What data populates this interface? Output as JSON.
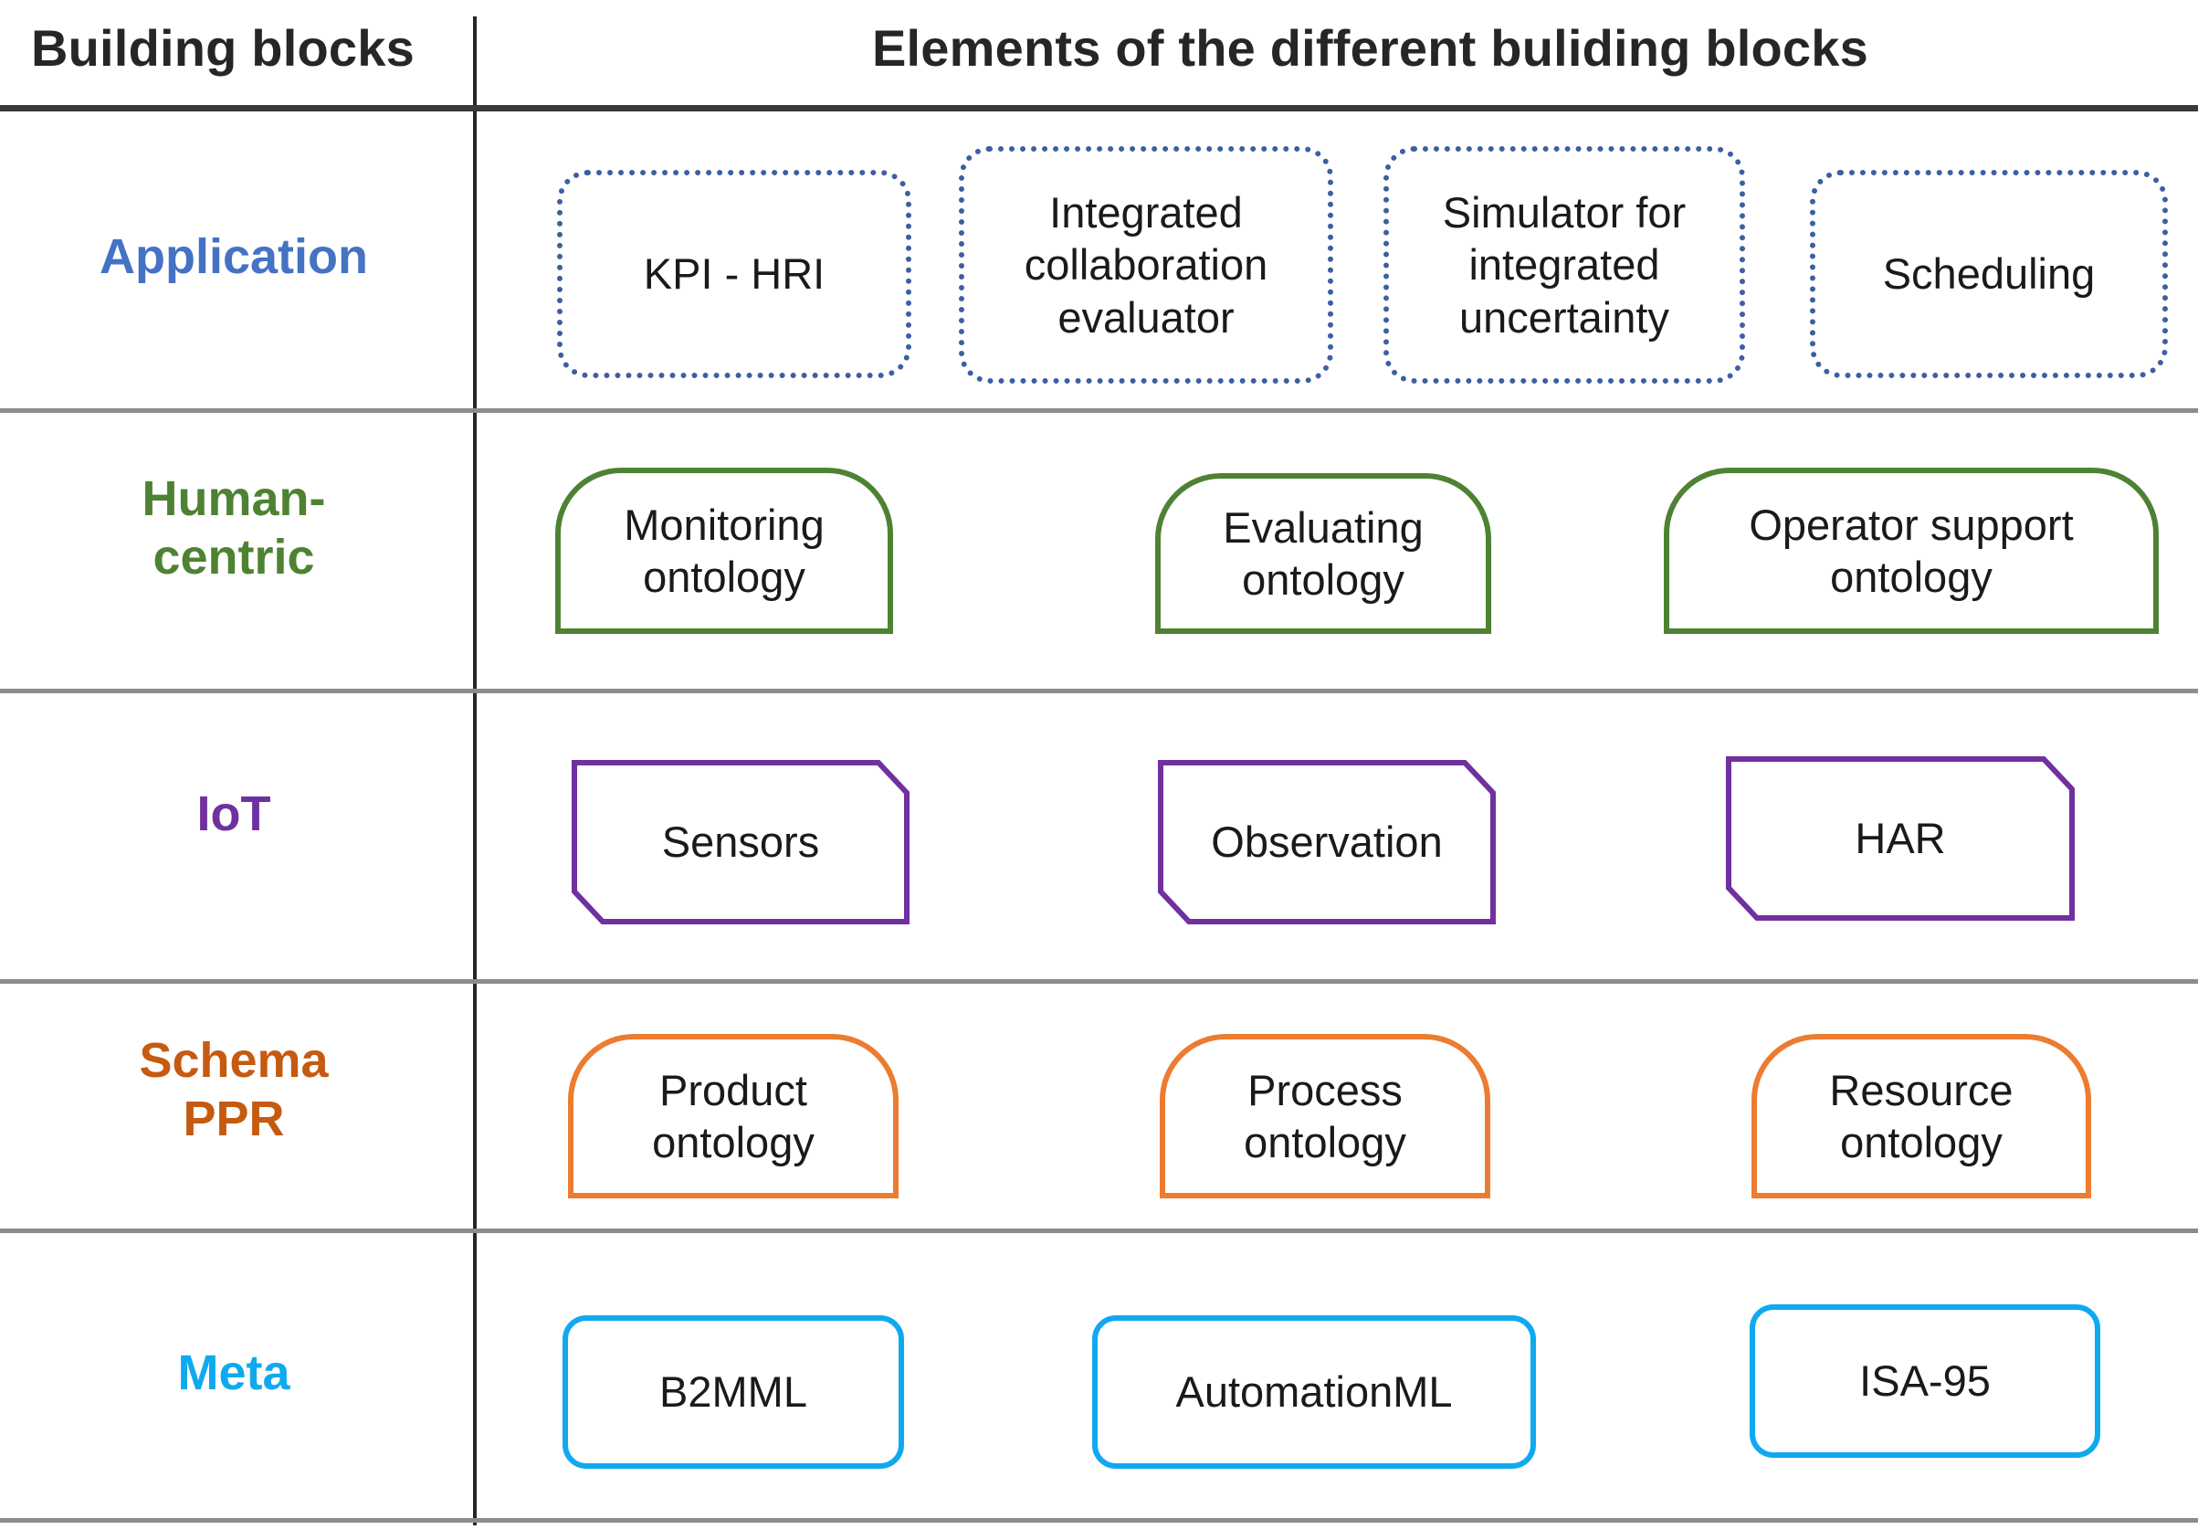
{
  "header": {
    "left": "Building blocks",
    "right": "Elements of the different buliding blocks"
  },
  "colors": {
    "application": "#4472C4",
    "application_border": "#3D5FA0",
    "human_centric": "#4E8233",
    "human_centric_border": "#4E8233",
    "iot": "#7030A0",
    "iot_border": "#7030A0",
    "schema_ppr": "#C55A11",
    "schema_ppr_border": "#EC7C30",
    "meta": "#10A9EF",
    "meta_border": "#10A9EF",
    "rule": "#808080",
    "divider": "#262626",
    "text": "#1A1A1A"
  },
  "rows": [
    {
      "label": "Application",
      "elements": [
        {
          "text": "KPI - HRI"
        },
        {
          "text": "Integrated\ncollaboration\nevaluator"
        },
        {
          "text": "Simulator for\nintegrated\nuncertainty"
        },
        {
          "text": "Scheduling"
        }
      ]
    },
    {
      "label": "Human-\ncentric",
      "elements": [
        {
          "text": "Monitoring\nontology"
        },
        {
          "text": "Evaluating\nontology"
        },
        {
          "text": "Operator support\nontology"
        }
      ]
    },
    {
      "label": "IoT",
      "elements": [
        {
          "text": "Sensors"
        },
        {
          "text": "Observation"
        },
        {
          "text": "HAR"
        }
      ]
    },
    {
      "label": "Schema\nPPR",
      "elements": [
        {
          "text": "Product\nontology"
        },
        {
          "text": "Process\nontology"
        },
        {
          "text": "Resource\nontology"
        }
      ]
    },
    {
      "label": "Meta",
      "elements": [
        {
          "text": "B2MML"
        },
        {
          "text": "AutomationML"
        },
        {
          "text": "ISA-95"
        }
      ]
    }
  ]
}
